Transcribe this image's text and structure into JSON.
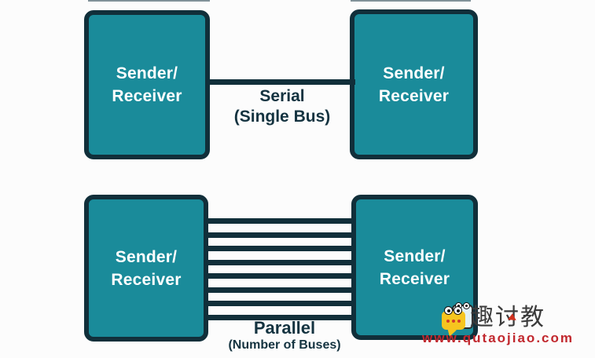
{
  "colors": {
    "background": "#fcfcfc",
    "box_fill": "#1A8B9A",
    "box_border": "#112F3A",
    "bus_line": "#112F3A",
    "label": "#143340",
    "box_text": "#ffffff",
    "watermark_brand": "#3b3b3b",
    "watermark_url": "#c1272d"
  },
  "diagram": {
    "rows": [
      {
        "name": "serial",
        "left_box": {
          "line1": "Sender/",
          "line2": "Receiver"
        },
        "right_box": {
          "line1": "Sender/",
          "line2": "Receiver"
        },
        "connection": {
          "label": "Serial",
          "sublabel": "(Single Bus)",
          "bus_count": 1
        }
      },
      {
        "name": "parallel",
        "left_box": {
          "line1": "Sender/",
          "line2": "Receiver"
        },
        "right_box": {
          "line1": "Sender/",
          "line2": "Receiver"
        },
        "connection": {
          "label": "Parallel",
          "sublabel": "(Number of Buses)",
          "bus_count": 8
        }
      }
    ]
  },
  "watermark": {
    "brand": "趣讨教",
    "url": "www.qutaojiao.com",
    "logo": "chat-bubbles-logo"
  }
}
